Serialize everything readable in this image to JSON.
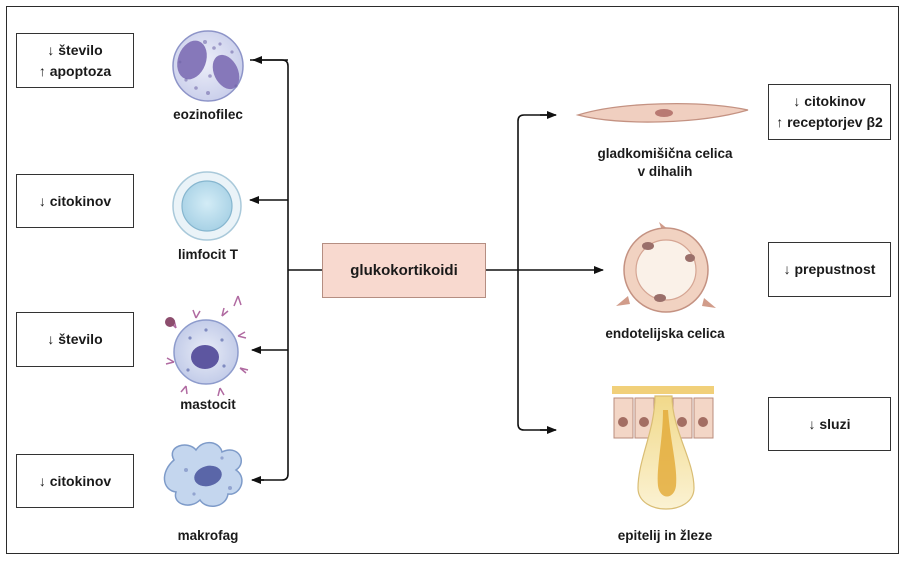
{
  "center": {
    "label": "glukokortikoidi"
  },
  "left_cells": [
    {
      "name": "eozinofilec",
      "effects": [
        "↓ število",
        "↑ apoptoza"
      ]
    },
    {
      "name": "limfocit T",
      "effects": [
        "↓ citokinov"
      ]
    },
    {
      "name": "mastocit",
      "effects": [
        "↓ število"
      ]
    },
    {
      "name": "makrofag",
      "effects": [
        "↓ citokinov"
      ]
    }
  ],
  "right_cells": [
    {
      "name_lines": [
        "gladkomišična celica",
        "v dihalih"
      ],
      "effects": [
        "↓ citokinov",
        "↑ receptorjev β2"
      ]
    },
    {
      "name_lines": [
        "endotelijska celica"
      ],
      "effects": [
        "↓ prepustnost"
      ]
    },
    {
      "name_lines": [
        "epitelij in žleze"
      ],
      "effects": [
        "↓ sluzi"
      ]
    }
  ],
  "colors": {
    "center_fill": "#f8d9cf",
    "cell_fill": "#dde0f3",
    "nucleus": "#7e72b5",
    "lymph_fill": "#bfe0ee",
    "muscle_fill": "#f0cfc0",
    "endo_fill": "#f1d2c1",
    "gland_fill": "#f6e4a6"
  }
}
